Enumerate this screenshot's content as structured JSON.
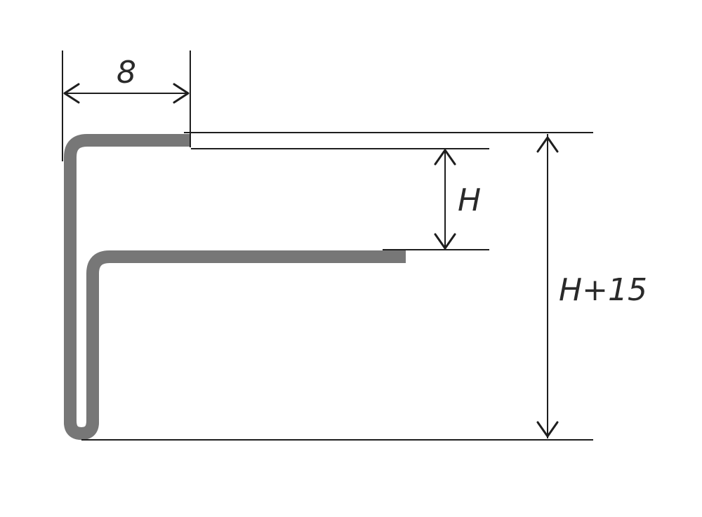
{
  "dimensions": {
    "width_label": "8",
    "inner_height_label": "H",
    "total_height_label": "H+15"
  },
  "colors": {
    "profile": "#777777",
    "lines": "#1e1e1e",
    "background": "#ffffff"
  }
}
